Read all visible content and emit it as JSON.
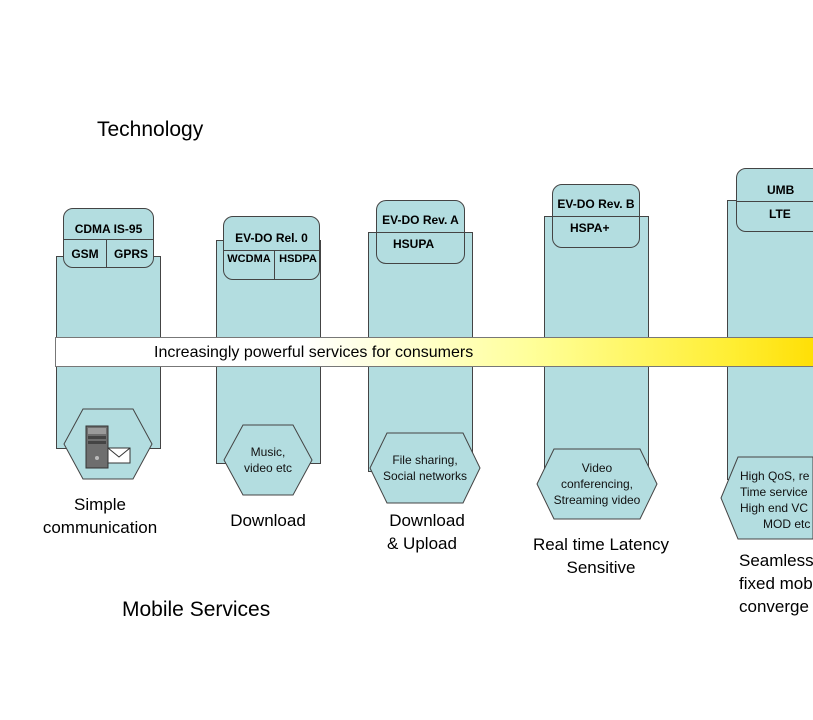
{
  "headings": {
    "technology": "Technology",
    "mobile_services": "Mobile Services"
  },
  "band_text": "Increasingly powerful services for consumers",
  "columns": [
    {
      "tech_top": "CDMA IS-95",
      "tech_left": "GSM",
      "tech_right": "GPRS",
      "service": "",
      "caption_line1": "Simple",
      "caption_line2": "communication"
    },
    {
      "tech_top": "EV-DO Rel. 0",
      "tech_left": "WCDMA",
      "tech_right": "HSDPA",
      "service_line1": "Music,",
      "service_line2": "video etc",
      "caption_line1": "Download"
    },
    {
      "tech_top": "EV-DO Rev. A",
      "tech_bottom": "HSUPA",
      "service_line1": "File sharing,",
      "service_line2": "Social networks",
      "caption_line1": "Download",
      "caption_line2": "& Upload"
    },
    {
      "tech_top": "EV-DO Rev. B",
      "tech_bottom": "HSPA+",
      "service_line1": "Video",
      "service_line2": "conferencing,",
      "service_line3": "Streaming video",
      "caption_line1": "Real time Latency",
      "caption_line2": "Sensitive"
    },
    {
      "tech_top": "UMB",
      "tech_bottom": "LTE",
      "service_line1": "High QoS, re",
      "service_line2": "Time service",
      "service_line3": "High end VC",
      "service_line4": "MOD etc",
      "caption_line1": "Seamless",
      "caption_line2": "fixed mob",
      "caption_line3": "converge"
    }
  ],
  "colors": {
    "column_fill": "#b3dde0",
    "band_end": "#ffdd00",
    "border": "#444444"
  },
  "icons": [
    "computer-mail-icon"
  ]
}
